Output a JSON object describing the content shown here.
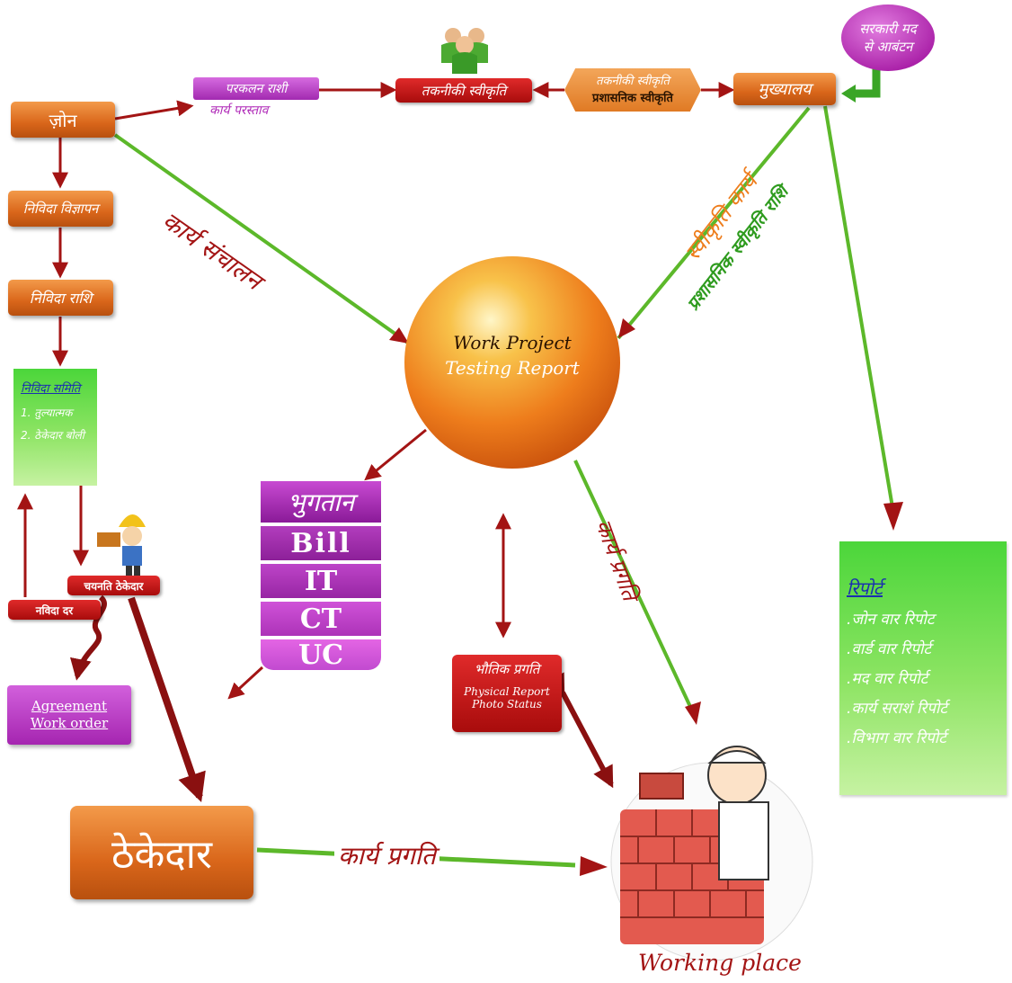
{
  "allocation_bubble": {
    "line1": "सरकारी मद",
    "line2": "से आबंटन"
  },
  "headquarters": "मुख्यालय",
  "technical_approval": "तकनीकी स्वीकृति",
  "approval_tag": {
    "line1": "तकनीकी स्वीकृति",
    "line2": "प्रशासनिक स्वीकृति"
  },
  "estimate": {
    "line1": "परकलन राशी",
    "line2": "कार्य परस्ताव"
  },
  "zone": "ज़ोन",
  "tender_ad": "निविदा विज्ञापन",
  "tender_amount": "निविदा राशि",
  "tender_committee": {
    "title": "निविदा समिति",
    "items": [
      "1. तुल्यात्मक",
      "2. ठेकेदार बोली"
    ]
  },
  "selected_contractor": "चयनति ठेकेदार",
  "tender_rate": "नविदा दर",
  "agreement": {
    "line1": "Agreement",
    "line2": "Work order"
  },
  "contractor": "ठेकेदार",
  "center": {
    "line1": "Work Project",
    "line2": "Testing Report"
  },
  "payment": {
    "title": "भुगतान",
    "items": [
      "Bill",
      "IT",
      "CT",
      "UC"
    ]
  },
  "physical_progress": {
    "title": "भौतिक प्रगति",
    "line1": "Physical Report",
    "line2": "Photo Status"
  },
  "report": {
    "title": "रिपोर्ट",
    "items": [
      ".जोन वार रिपोट",
      ".वार्ड वार रिपोर्ट",
      ".मद वार रिपोर्ट",
      ".कार्य सराशं रिपोर्ट",
      ".विभाग वार रिपोर्ट"
    ]
  },
  "working_place": "Working place",
  "edges": {
    "work_operation": "कार्य संचालन",
    "approval_work": "स्वीकृति कार्य",
    "admin_approval_amount": "प्रशासनिक स्वीकृति राशि",
    "work_progress_diag": "कार्य प्रगति",
    "work_progress_bottom": "कार्य प्रगति"
  },
  "colors": {
    "orange": "#d9661a",
    "dark_red": "#a31414",
    "green_arrow": "#5cb82a",
    "magenta": "#c12bb8",
    "green_panel": "#6ad94c"
  }
}
